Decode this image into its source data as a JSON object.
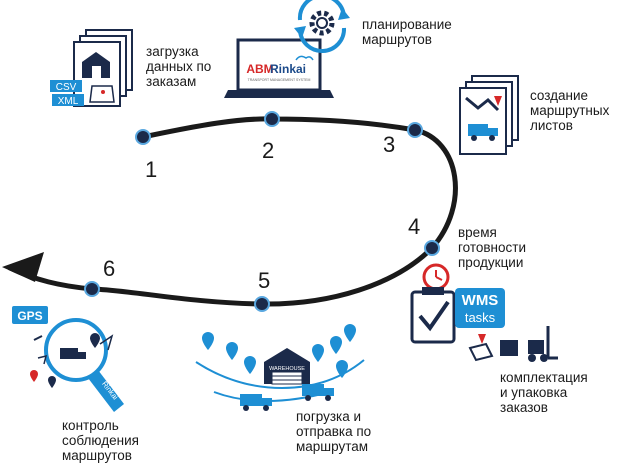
{
  "steps": [
    {
      "number": "1",
      "label": "загрузка\nданных по\nзаказам"
    },
    {
      "number": "2",
      "label": "планирование\nмаршрутов"
    },
    {
      "number": "3",
      "label": "создание\nмаршрутных\nлистов"
    },
    {
      "number": "4",
      "label": "время\nготовности\nпродукции"
    },
    {
      "number": "5",
      "label": "погрузка и\nотправка по\nмаршрутам"
    },
    {
      "number": "6",
      "label": "контроль\nсоблюдения\nмаршрутов"
    }
  ],
  "extra_labels": {
    "picking": "комплектация\nи упаковка\nзаказов"
  },
  "badges": {
    "csv": "CSV",
    "xml": "XML",
    "logo_abm": "ABM",
    "logo_rinkai": "Rinkai",
    "logo_sub": "TRANSPORT MANAGEMENT SYSTEM",
    "wms": "WMS",
    "tasks": "tasks",
    "warehouse": "WAREHOUSE",
    "gps": "GPS",
    "magnifier": "Rinkai"
  },
  "colors": {
    "accent_blue": "#1e8fd4",
    "dark_navy": "#1b2a4a",
    "line": "#1a1a1a",
    "alert_red": "#d62828"
  },
  "icons": [
    "documents-icon",
    "laptop-icon",
    "gear-refresh-icon",
    "route-sheets-icon",
    "clock-icon",
    "clipboard-check-icon",
    "forklift-icon",
    "warehouse-icon",
    "gps-magnifier-icon"
  ]
}
